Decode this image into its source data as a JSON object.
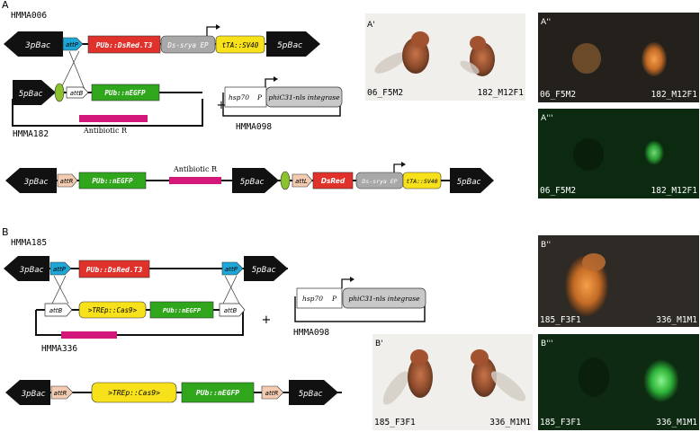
{
  "panel_a": {
    "letter": "A",
    "hmma006": {
      "title": "HMMA006",
      "bac3": "3pBac",
      "attP": "attP",
      "pub_dsred": "PUb::DsRed.T3",
      "ds_sryA": "Ds-srya EP",
      "tta": "tTA::SV40",
      "bac5": "5pBac"
    },
    "hmma182": {
      "bac5": "5pBac",
      "attB": "attB",
      "pub_negfp": "PUb::nEGFP",
      "antibiotic": "Antibiotic R",
      "label": "HMMA182"
    },
    "plus": "+",
    "hmma098": {
      "hsp70": "hsp70",
      "hsp70_p": "P",
      "integrase": "phiC31-nls integrase",
      "label": "HMMA098"
    },
    "product": {
      "bac3": "3pBac",
      "attR": "attR",
      "pub_negfp": "PUb::nEGFP",
      "antibiotic": "Antibiotic R",
      "bac5_mid": "5pBac",
      "attL": "attL",
      "dsred": "DsRed",
      "ds_sryA": "Ds-srya EP",
      "tta": "tTA::SV40",
      "bac5_end": "5pBac"
    }
  },
  "panel_b": {
    "letter": "B",
    "hmma185": {
      "title": "HMMA185",
      "bac3": "3pBac",
      "attP_left": "attP",
      "pub_dsred": "PUb::DsRed.T3",
      "attP_right": "attP",
      "bac5": "5pBac"
    },
    "hmma336": {
      "attB_left": "attB",
      "trep_cas9": ">TREp::Cas9>",
      "pub_negfp": "PUb::nEGFP",
      "attB_right": "attB",
      "label": "HMMA336"
    },
    "plus": "+",
    "hmma098": {
      "hsp70": "hsp70",
      "hsp70_p": "P",
      "integrase": "phiC31-nls integrase",
      "label": "HMMA098"
    },
    "product": {
      "bac3": "3pBac",
      "attR_left": "attR",
      "trep_cas9": ">TREp::Cas9>",
      "pub_negfp": "PUb::nEGFP",
      "attR_right": "attR",
      "bac5": "5pBac"
    }
  },
  "photos": {
    "a_prime": {
      "tag": "A'",
      "left": "06_F5M2",
      "right": "182_M12F1"
    },
    "a_dprime": {
      "tag": "A''",
      "left": "06_F5M2",
      "right": "182_M12F1"
    },
    "a_tprime": {
      "tag": "A'''",
      "left": "06_F5M2",
      "right": "182_M12F1"
    },
    "b_dprime": {
      "tag": "B''",
      "left": "185_F3F1",
      "right": "336_M1M1"
    },
    "b_prime": {
      "tag": "B'",
      "left": "185_F3F1",
      "right": "336_M1M1"
    },
    "b_tprime": {
      "tag": "B'''",
      "left": "185_F3F1",
      "right": "336_M1M1"
    }
  },
  "colors": {
    "pbac": "#111111",
    "attP": "#1ea6d6",
    "attR": "#f2cbb0",
    "pub_dsred": "#e0312a",
    "ds_sryA": "#a8a8a8",
    "tta": "#f7e11b",
    "pub_negfp": "#2fa61c",
    "antibiotic": "#d4177a",
    "attB_oval": "#8cc22a",
    "cas9": "#f7e11b",
    "integrase": "#c8c8c8",
    "photo_white": "#f1efec",
    "photo_dark": "#20201c",
    "photo_green": "#0b2a10"
  }
}
